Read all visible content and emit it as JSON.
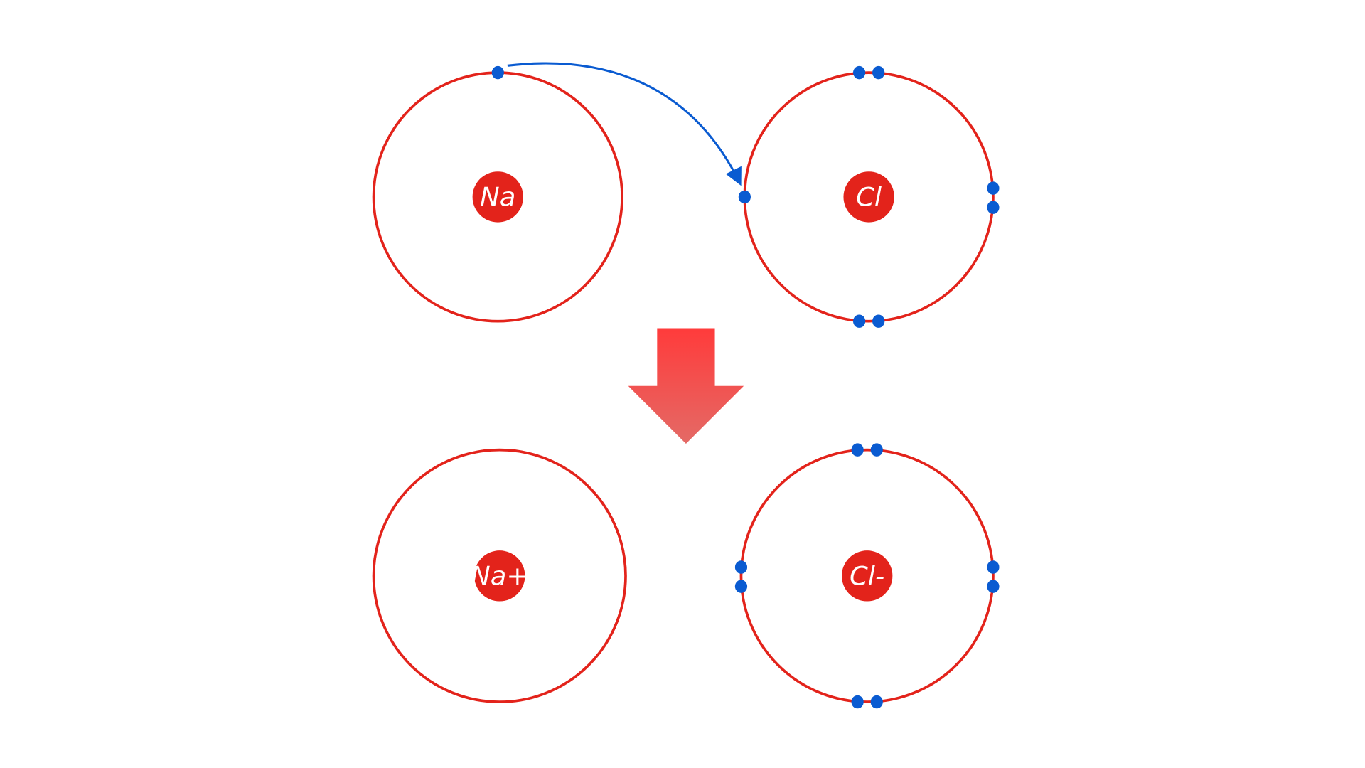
{
  "colors": {
    "shell": "#e3231b",
    "nucleus": "#e3231b",
    "electron": "#0a5bd1",
    "transfer_arrow": "#0a5bd1",
    "reaction_arrow_top": "#ff3b3b",
    "reaction_arrow_bottom": "#e46a66"
  },
  "atoms": [
    {
      "id": "na",
      "label": "Na",
      "electrons": 1
    },
    {
      "id": "cl",
      "label": "Cl",
      "electrons": 7
    },
    {
      "id": "na-ion",
      "label": "Na+",
      "electrons": 0
    },
    {
      "id": "cl-ion",
      "label": "Cl-",
      "electrons": 8
    }
  ],
  "icons": {
    "transfer": "curved-arrow",
    "reaction": "down-arrow"
  }
}
